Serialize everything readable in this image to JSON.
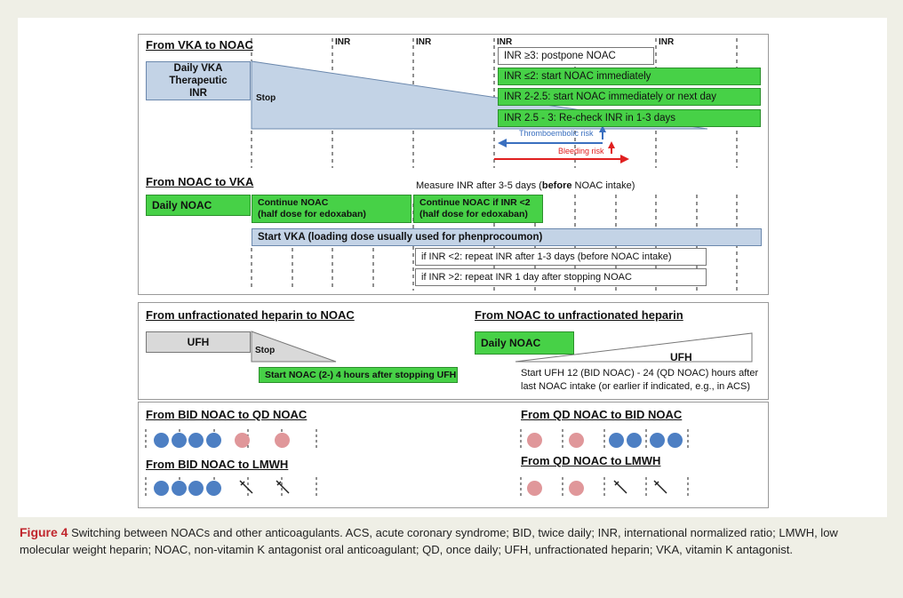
{
  "vka_to_noac": {
    "title": "From VKA to NOAC",
    "inr_marker": "INR",
    "daily_vka": "Daily VKA Therapeutic INR",
    "stop": "Stop",
    "inr_postpone": "INR ≥3: postpone NOAC",
    "inr_immediately": "INR ≤2: start NOAC immediately",
    "inr_next_day": "INR 2-2.5: start NOAC immediately or next day",
    "inr_recheck": "INR 2.5 - 3: Re-check INR in 1-3 days",
    "thromboembolic_risk": "Thromboembolic risk",
    "bleeding_risk": "Bleeding risk"
  },
  "noac_to_vka": {
    "title": "From NOAC to VKA",
    "measure_inr_pre": "Measure INR after 3-5 days (",
    "measure_inr_bold": "before",
    "measure_inr_post": " NOAC intake)",
    "daily_noac": "Daily NOAC",
    "continue_noac_1": "Continue NOAC",
    "continue_noac_2": "(half dose for edoxaban)",
    "continue_if_1": "Continue NOAC if INR <2",
    "continue_if_2": "(half dose for edoxaban)",
    "start_vka": "Start VKA (loading dose usually used for phenprocoumon)",
    "if_inr_lt2": "if INR <2: repeat INR after 1-3 days (before NOAC intake)",
    "if_inr_gt2": "if INR >2: repeat INR 1 day after stopping NOAC"
  },
  "heparin": {
    "ufh_to_noac_title": "From unfractionated heparin to NOAC",
    "ufh": "UFH",
    "stop": "Stop",
    "start_noac": "Start NOAC (2-) 4 hours after stopping UFH",
    "noac_to_ufh_title": "From NOAC to unfractionated heparin",
    "daily_noac": "Daily NOAC",
    "ufh_right": "UFH",
    "start_ufh_1": "Start UFH 12 (BID NOAC) - 24 (QD NOAC) hours after",
    "start_ufh_2": "last NOAC intake (or earlier if indicated, e.g., in ACS)"
  },
  "frequency": {
    "bid_to_qd_title": "From BID NOAC to QD NOAC",
    "qd_to_bid_title": "From QD NOAC to BID NOAC",
    "bid_to_lmwh_title": "From BID NOAC to LMWH",
    "qd_to_lmwh_title": "From QD NOAC to LMWH"
  },
  "caption": {
    "label": "Figure 4",
    "text": "Switching between NOACs and other anticoagulants. ACS, acute coronary syndrome; BID, twice daily; INR, international normalized ratio; LMWH, low molecular weight heparin; NOAC, non-vitamin K antagonist oral anticoagulant; QD, once daily; UFH, unfractionated heparin; VKA, vitamin K antagonist."
  },
  "colors": {
    "green": "#47d147",
    "blue_box": "#c3d3e6",
    "blue_dot": "#4d7fc3",
    "pink_dot": "#e0979a",
    "caption_label": "#c0262d",
    "arrow_blue": "#3a6fbf",
    "arrow_red": "#e02020"
  }
}
